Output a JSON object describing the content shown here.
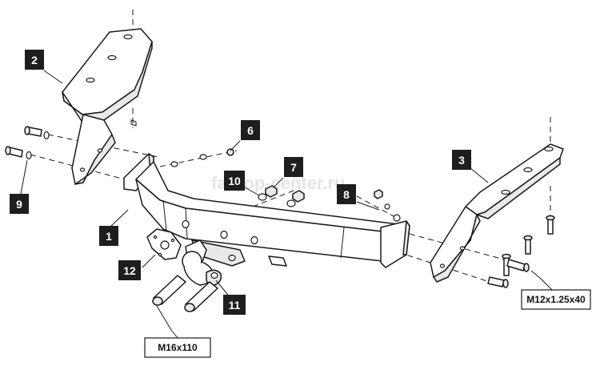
{
  "watermark": "farkop-center.ru",
  "callouts": {
    "p1": "1",
    "p2": "2",
    "p3": "3",
    "p6": "6",
    "p7": "7",
    "p8": "8",
    "p9": "9",
    "p10": "10",
    "p11": "11",
    "p12": "12"
  },
  "specs": {
    "ball_bolt": "M16x110",
    "bracket_bolt": "M12x1.25x40"
  }
}
